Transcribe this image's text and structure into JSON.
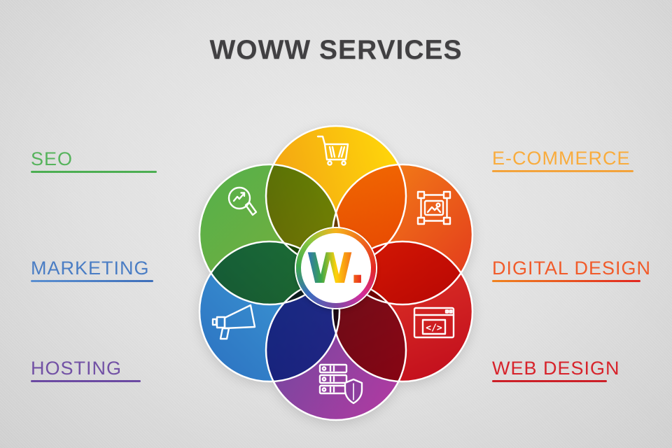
{
  "title": "WOWW SERVICES",
  "logo": {
    "text": "W."
  },
  "services": [
    {
      "id": "seo",
      "label": "SEO",
      "side": "left",
      "icon": "magnifier-growth-icon",
      "label_color": "#56b35c",
      "petal": [
        "#54b04b",
        "#7fae39"
      ]
    },
    {
      "id": "marketing",
      "label": "MARKETING",
      "side": "left",
      "icon": "megaphone-icon",
      "label_color": "#4a7dc4",
      "petal": [
        "#41a3da",
        "#2b70c0"
      ]
    },
    {
      "id": "hosting",
      "label": "HOSTING",
      "side": "left",
      "icon": "server-shield-icon",
      "label_color": "#7251a5",
      "petal": [
        "#6a4aa0",
        "#b13aa1"
      ]
    },
    {
      "id": "ecommerce",
      "label": "E-COMMERCE",
      "side": "right",
      "icon": "shopping-cart-icon",
      "label_color": "#f9ac3d",
      "petal": [
        "#f29e14",
        "#ffd80a"
      ]
    },
    {
      "id": "digital-design",
      "label": "DIGITAL DESIGN",
      "side": "right",
      "icon": "image-frame-icon",
      "label_color": "#f15b2a",
      "petal": [
        "#f68c16",
        "#e1331d"
      ]
    },
    {
      "id": "web-design",
      "label": "WEB DESIGN",
      "side": "right",
      "icon": "code-browser-icon",
      "label_color": "#d7232b",
      "petal": [
        "#e23a28",
        "#c30f1d"
      ]
    }
  ],
  "icons": {
    "code_glyph": "</>"
  }
}
